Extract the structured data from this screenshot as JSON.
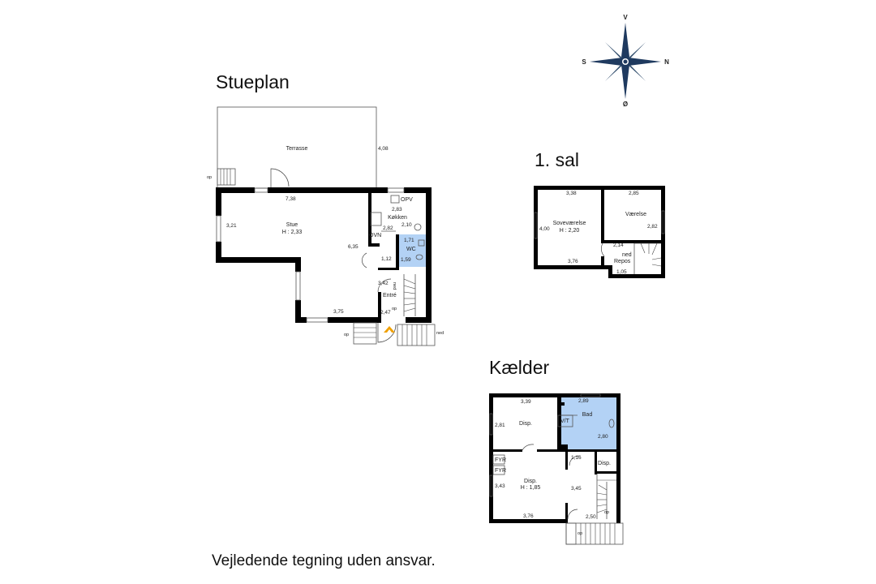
{
  "floors": {
    "ground": {
      "title": "Stueplan",
      "rooms": {
        "terrace": "Terrasse",
        "living": "Stue",
        "living_height": "H : 2,33",
        "kitchen": "Køkken",
        "wc": "WC",
        "entrance": "Entré",
        "opv": "OPV",
        "ovn": "OVN"
      },
      "dims": {
        "terrace_side": "4,08",
        "living_width": "7,38",
        "living_side": "3,21",
        "kitchen_top": "2,83",
        "kitchen_a": "2,10",
        "kitchen_b": "2,82",
        "wc_top": "1,71",
        "wc_bottom": "1,59",
        "hall_a": "6,35",
        "hall_b": "1,12",
        "hall_c": "3,42",
        "living_bottom": "3,75",
        "entrance_w": "2,47"
      },
      "stairs": {
        "up_left": "op",
        "up_entry": "op",
        "down_right": "ned",
        "down_stair": "ned"
      }
    },
    "first": {
      "title": "1. sal",
      "rooms": {
        "bedroom": "Soveværelse",
        "bedroom_height": "H : 2,20",
        "room": "Værelse",
        "landing_a": "ned",
        "landing_b": "Repos"
      },
      "dims": {
        "bed_top": "3,38",
        "bed_side": "4,00",
        "bed_bottom": "3,76",
        "room_top": "2,85",
        "room_side": "2,82",
        "landing": "2,14",
        "landing_w": "1,05"
      }
    },
    "basement": {
      "title": "Kælder",
      "rooms": {
        "storage_a": "Disp.",
        "bath": "Bad",
        "vt": "V/T",
        "storage_b": "Disp.",
        "storage_big": "Disp.",
        "storage_big_height": "H : 1,85",
        "fyr_a": "FYR",
        "fyr_b": "FYR",
        "stair_up": "op",
        "stair_up_out": "op"
      },
      "dims": {
        "disp_top": "3,39",
        "disp_side": "2,81",
        "bath_top": "2,89",
        "bath_side": "2,80",
        "small_disp": "1,16",
        "big_side": "3,43",
        "big_bottom": "3,76",
        "hall_side": "3,45",
        "hall_bottom": "2,50"
      }
    }
  },
  "compass": {
    "north": "N",
    "south": "S",
    "east": "Ø",
    "west": "V"
  },
  "disclaimer": "Vejledende tegning uden ansvar.",
  "colors": {
    "wet_room": "#b3d2f5",
    "wall": "#000000",
    "entrance_marker": "#f0a000"
  }
}
